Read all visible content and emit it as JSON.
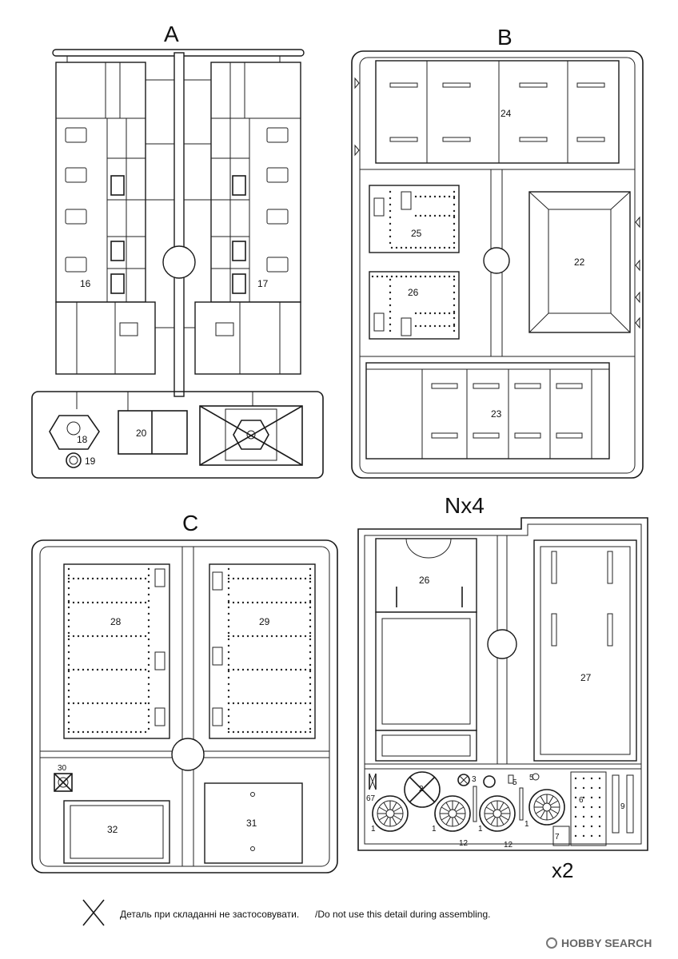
{
  "sprues": {
    "A": {
      "letter": "A",
      "parts": [
        "16",
        "17",
        "18",
        "19",
        "20"
      ]
    },
    "B": {
      "letter": "B",
      "parts": [
        "24",
        "25",
        "26",
        "22",
        "23"
      ]
    },
    "C": {
      "letter": "C",
      "parts": [
        "28",
        "29",
        "30",
        "32",
        "31"
      ]
    },
    "N": {
      "letter": "Nx4",
      "parts": [
        "26",
        "27",
        "67",
        "1",
        "2",
        "3",
        "5",
        "5",
        "7",
        "6",
        "9",
        "12",
        "12",
        "1",
        "1",
        "1"
      ],
      "multiplier": "x2"
    }
  },
  "legend": {
    "icon": "cross-icon",
    "text_ua": "Деталь при складанні не застосовувати.",
    "text_en": "/Do not use this detail during assembling."
  },
  "watermark": "HOBBY SEARCH"
}
